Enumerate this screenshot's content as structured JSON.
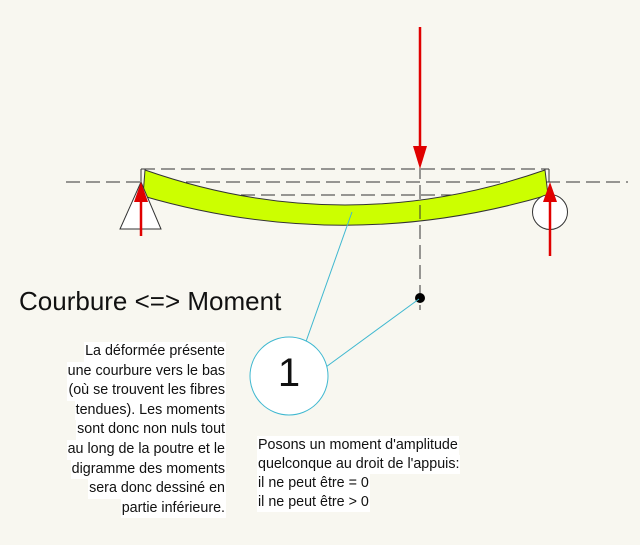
{
  "title": "Courbure <=> Moment",
  "bubble": {
    "label": "1"
  },
  "left_paragraph": {
    "lines": [
      "La déformée présente",
      "une courbure vers le bas",
      "(où se trouvent les fibres",
      "tendues). Les moments",
      "sont donc non nuls tout",
      "au long de la poutre et le",
      "digramme des moments",
      "sera donc dessiné en",
      "partie inférieure."
    ]
  },
  "right_paragraph": {
    "lines": [
      "Posons un moment d'amplitude",
      "quelconque au droit de l'appuis:",
      "il ne peut être = 0",
      "il ne peut être > 0"
    ]
  },
  "colors": {
    "background": "#f8f7f0",
    "beam_fill": "#ccff00",
    "force_arrow": "#ee0000",
    "leader_line": "#3fb8d0",
    "dash_line": "#333333"
  },
  "elements": {
    "beam": "deformed-beam",
    "left_support": "pinned-support-triangle",
    "right_support": "roller-support-circle",
    "applied_load": "downward-point-load-arrow",
    "reactions": [
      "left-reaction-arrow",
      "right-reaction-arrow"
    ],
    "section_point": "section-point-dot"
  }
}
